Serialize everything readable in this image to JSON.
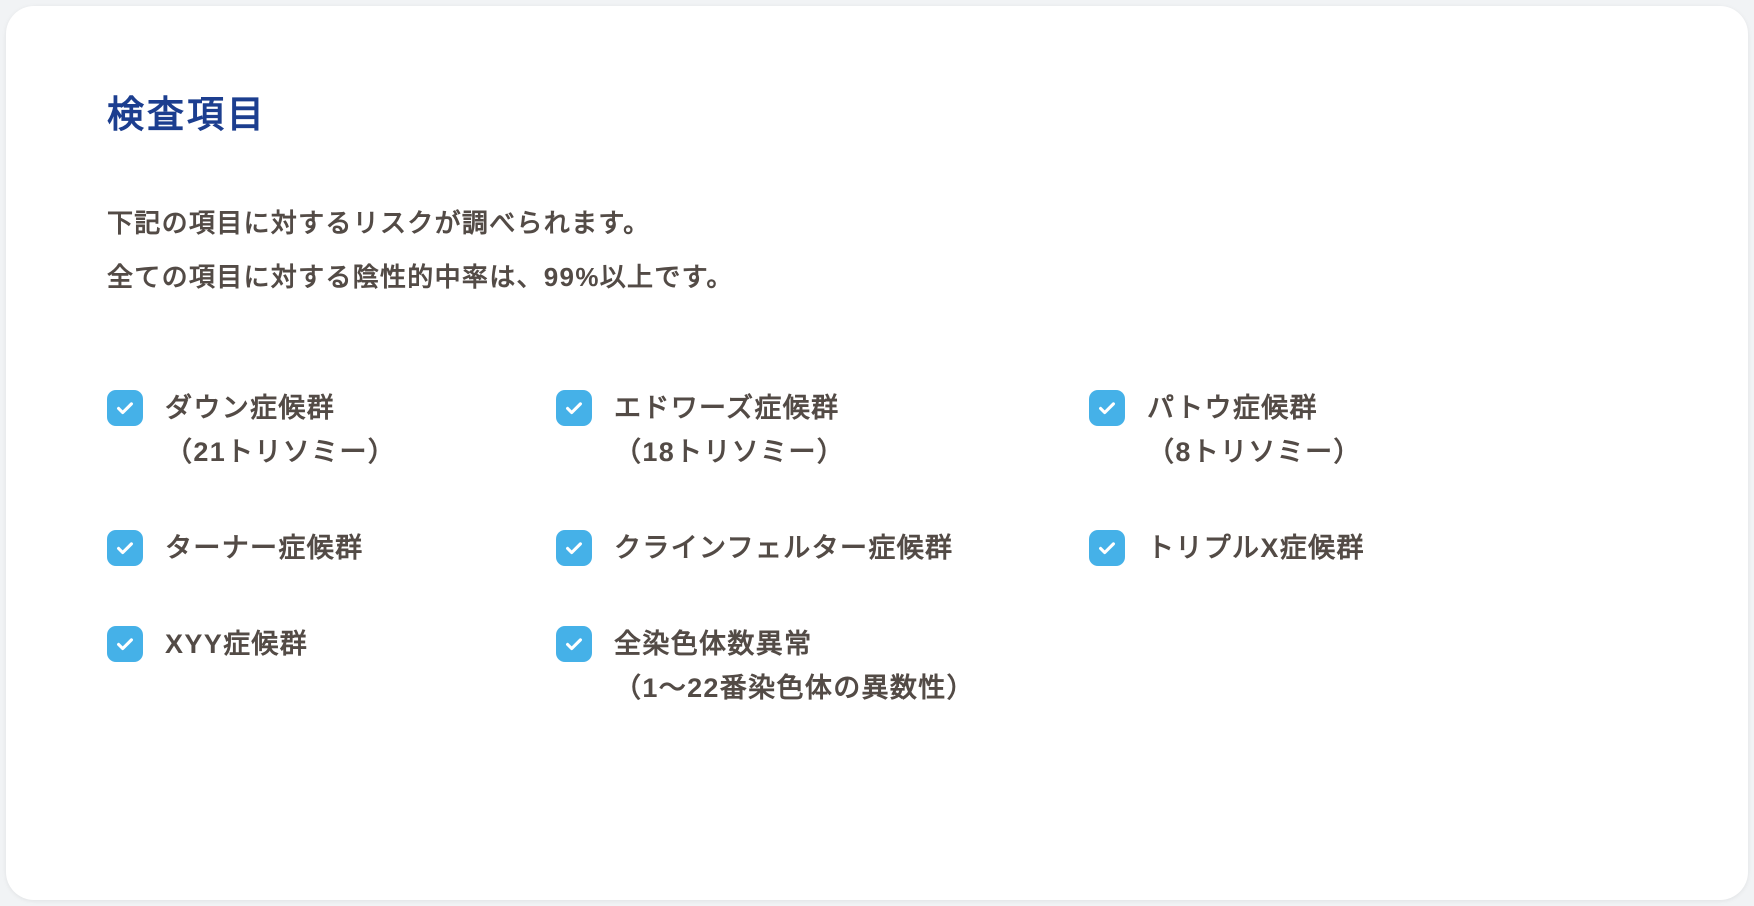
{
  "section": {
    "title": "検査項目",
    "description_lines": [
      "下記の項目に対するリスクが調べられます。",
      "全ての項目に対する陰性的中率は、99%以上です。"
    ]
  },
  "checklist": {
    "items": [
      {
        "checked": true,
        "lines": [
          "ダウン症候群",
          "（21トリソミー）"
        ]
      },
      {
        "checked": true,
        "lines": [
          "エドワーズ症候群",
          "（18トリソミー）"
        ]
      },
      {
        "checked": true,
        "lines": [
          "パトウ症候群",
          "（8トリソミー）"
        ]
      },
      {
        "checked": true,
        "lines": [
          "ターナー症候群"
        ]
      },
      {
        "checked": true,
        "lines": [
          "クラインフェルター症候群"
        ]
      },
      {
        "checked": true,
        "lines": [
          "トリプルX症候群"
        ]
      },
      {
        "checked": true,
        "lines": [
          "XYY症候群"
        ]
      },
      {
        "checked": true,
        "lines": [
          "全染色体数異常",
          "（1〜22番染色体の異数性）"
        ]
      }
    ]
  },
  "colors": {
    "title": "#1c3e8f",
    "body_text": "#534b46",
    "checkbox": "#45b1e8",
    "card_background": "#ffffff"
  }
}
